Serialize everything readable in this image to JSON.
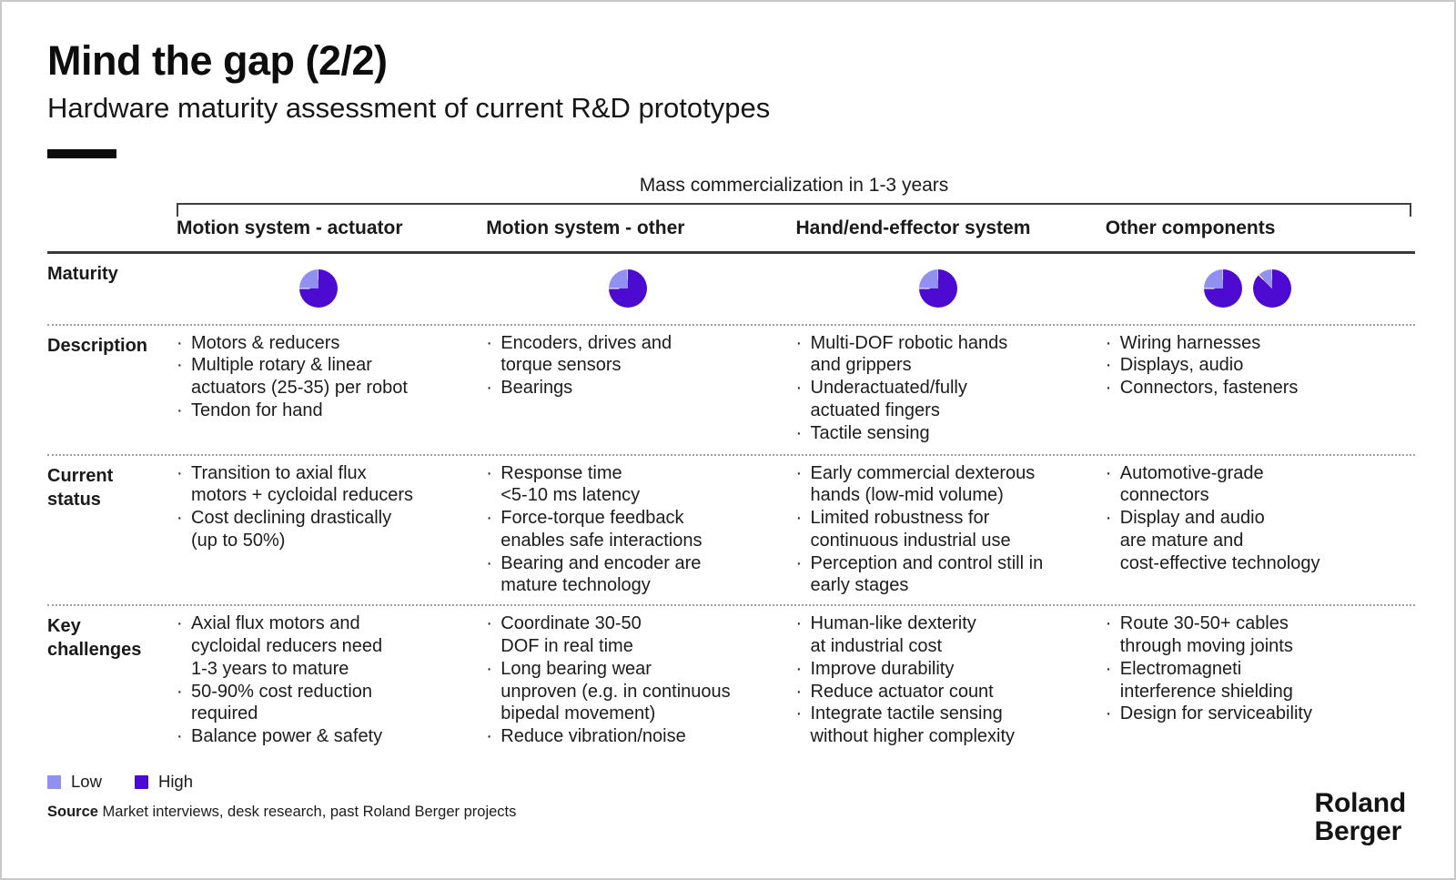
{
  "header": {
    "title": "Mind the gap (2/2)",
    "subtitle": "Hardware maturity assessment of current R&D prototypes"
  },
  "table": {
    "bracket_label": "Mass commercialization in 1-3 years",
    "column_headers": [
      "Motion system - actuator",
      "Motion system - other",
      "Hand/end-effector system",
      "Other components"
    ],
    "maturity_label": "Maturity",
    "maturity_pies": [
      [
        {
          "low_pct": 25,
          "high_pct": 75
        }
      ],
      [
        {
          "low_pct": 25,
          "high_pct": 75
        }
      ],
      [
        {
          "low_pct": 25,
          "high_pct": 75
        }
      ],
      [
        {
          "low_pct": 25,
          "high_pct": 75
        },
        {
          "low_pct": 12.5,
          "high_pct": 87.5
        }
      ]
    ],
    "rows": [
      {
        "label": "Description",
        "cells": [
          [
            "Motors & reducers",
            "Multiple rotary & linear\nactuators (25-35) per robot",
            "Tendon for hand"
          ],
          [
            "Encoders, drives and\ntorque sensors",
            "Bearings"
          ],
          [
            "Multi-DOF robotic hands\nand grippers",
            "Underactuated/fully\nactuated fingers",
            "Tactile sensing"
          ],
          [
            "Wiring harnesses",
            "Displays, audio",
            "Connectors, fasteners"
          ]
        ]
      },
      {
        "label": "Current status",
        "cells": [
          [
            "Transition to axial flux\nmotors + cycloidal reducers",
            "Cost declining drastically\n(up to 50%)"
          ],
          [
            "Response time\n<5-10 ms latency",
            "Force-torque feedback\nenables safe interactions",
            "Bearing and encoder are\nmature technology"
          ],
          [
            "Early commercial dexterous\nhands (low-mid volume)",
            "Limited robustness for\ncontinuous industrial use",
            "Perception and control still in\nearly stages"
          ],
          [
            "Automotive-grade\nconnectors",
            "Display and audio\nare mature and\ncost-effective technology"
          ]
        ]
      },
      {
        "label": "Key challenges",
        "cells": [
          [
            "Axial flux motors and\ncycloidal reducers need\n1-3 years to mature",
            "50-90% cost reduction\nrequired",
            "Balance power & safety"
          ],
          [
            "Coordinate 30-50\nDOF in real time",
            "Long bearing wear\nunproven (e.g. in continuous\nbipedal movement)",
            "Reduce vibration/noise"
          ],
          [
            "Human-like dexterity\nat industrial cost",
            "Improve durability",
            "Reduce actuator count",
            "Integrate tactile sensing\nwithout higher complexity"
          ],
          [
            "Route 30-50+ cables\nthrough moving joints",
            "Electromagneti\ninterference shielding",
            "Design for serviceability"
          ]
        ]
      }
    ]
  },
  "legend": {
    "items": [
      {
        "label": "Low",
        "color": "#8F90F0"
      },
      {
        "label": "High",
        "color": "#4D0BD1"
      }
    ]
  },
  "colors": {
    "low": "#8F90F0",
    "high": "#4D0BD1"
  },
  "source": {
    "label": "Source",
    "text": " Market interviews, desk research, past Roland Berger projects"
  },
  "logo": {
    "line1": "Roland",
    "line2": "Berger"
  }
}
